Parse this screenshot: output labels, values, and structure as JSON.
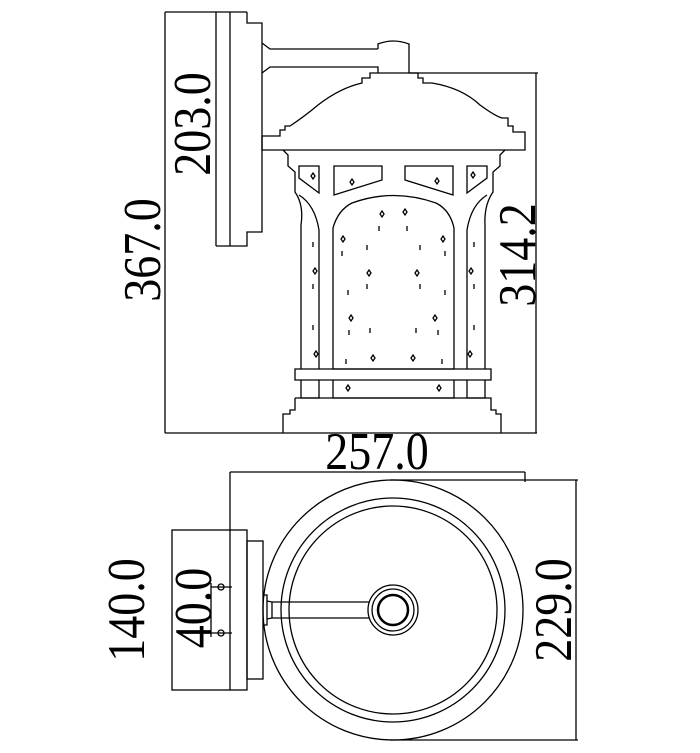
{
  "drawing": {
    "front_view": {
      "overall_height": "367.0",
      "wall_plate_height": "203.0",
      "lantern_height": "314.2",
      "overall_projection": "257.0"
    },
    "top_view": {
      "wall_plate_width": "140.0",
      "mount_spacing": "40.0",
      "lantern_diameter": "229.0"
    }
  }
}
